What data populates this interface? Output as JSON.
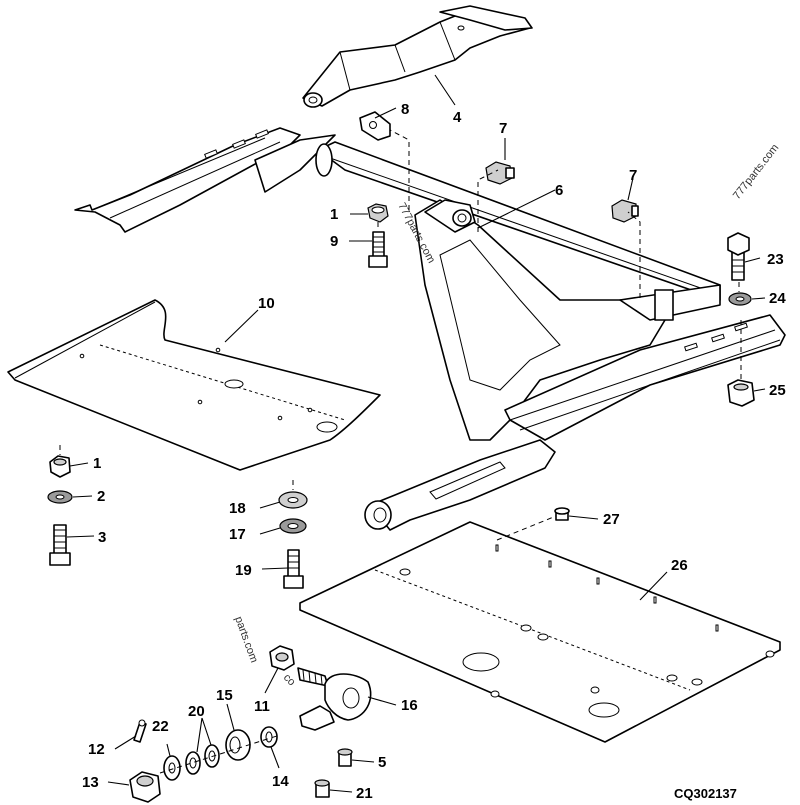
{
  "diagram": {
    "reference_code": "CQ302137",
    "watermarks": [
      "777parts.com",
      "777parts.com",
      "parts.com",
      "co"
    ],
    "callouts": {
      "c1a": "1",
      "c1b": "1",
      "c2": "2",
      "c3": "3",
      "c4": "4",
      "c5": "5",
      "c6": "6",
      "c7a": "7",
      "c7b": "7",
      "c8": "8",
      "c9": "9",
      "c10": "10",
      "c11": "11",
      "c12": "12",
      "c13": "13",
      "c14": "14",
      "c15": "15",
      "c16": "16",
      "c17": "17",
      "c18": "18",
      "c19": "19",
      "c20": "20",
      "c21": "21",
      "c22": "22",
      "c23": "23",
      "c24": "24",
      "c25": "25",
      "c26": "26",
      "c27": "27"
    }
  }
}
